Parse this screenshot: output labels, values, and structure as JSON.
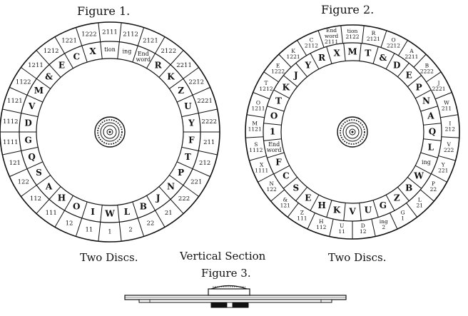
{
  "figure1": {
    "title": "Figure 1.",
    "caption": "Two Discs.",
    "outer": [
      "2111",
      "2112",
      "2121",
      "2122",
      "2211",
      "2212",
      "2221",
      "2222",
      "211",
      "212",
      "221",
      "222",
      "21",
      "22",
      "2",
      "1",
      "11",
      "12",
      "111",
      "112",
      "122",
      "121",
      "1111",
      "1112",
      "1121",
      "1122",
      "1211",
      "1212",
      "1221",
      "1222"
    ],
    "inner": [
      "tion",
      "ing",
      "End word",
      "R",
      "K",
      "Z",
      "U",
      "Y",
      "F",
      "T",
      "P",
      "N",
      "J",
      "B",
      "L",
      "W",
      "I",
      "O",
      "H",
      "A",
      "S",
      "Q",
      "G",
      "D",
      "V",
      "M",
      "&",
      "E",
      "C",
      "X"
    ]
  },
  "figure2": {
    "title": "Figure 2.",
    "caption": "Two Discs.",
    "outer": [
      "tion 2122",
      "R 2121",
      "O 2212",
      "A 2211",
      "B 2222",
      "J 2221",
      "W 211",
      "I 212",
      "V 222",
      "Y 221",
      "P 22",
      "L 21",
      "G 1",
      "ing 2",
      "D 12",
      "U 11",
      "H 112",
      "Z 111",
      "& 121",
      "N 122",
      "X 1111",
      "S 1112",
      "M 1121",
      "O 1211",
      "T 1212",
      "E 1222",
      "K 1221",
      "C 2112",
      "End word 2111"
    ],
    "inner": [
      "M",
      "T",
      "&",
      "D",
      "E",
      "P",
      "N",
      "A",
      "Q",
      "L",
      "ing",
      "W",
      "B",
      "Z",
      "G",
      "U",
      "V",
      "K",
      "H",
      "E",
      "S",
      "C",
      "F",
      "End word",
      "1",
      "O",
      "T",
      "K",
      "J",
      "Y",
      "R",
      "X"
    ]
  },
  "figure3": {
    "title": "Figure 3.",
    "caption": "Vertical Section"
  }
}
